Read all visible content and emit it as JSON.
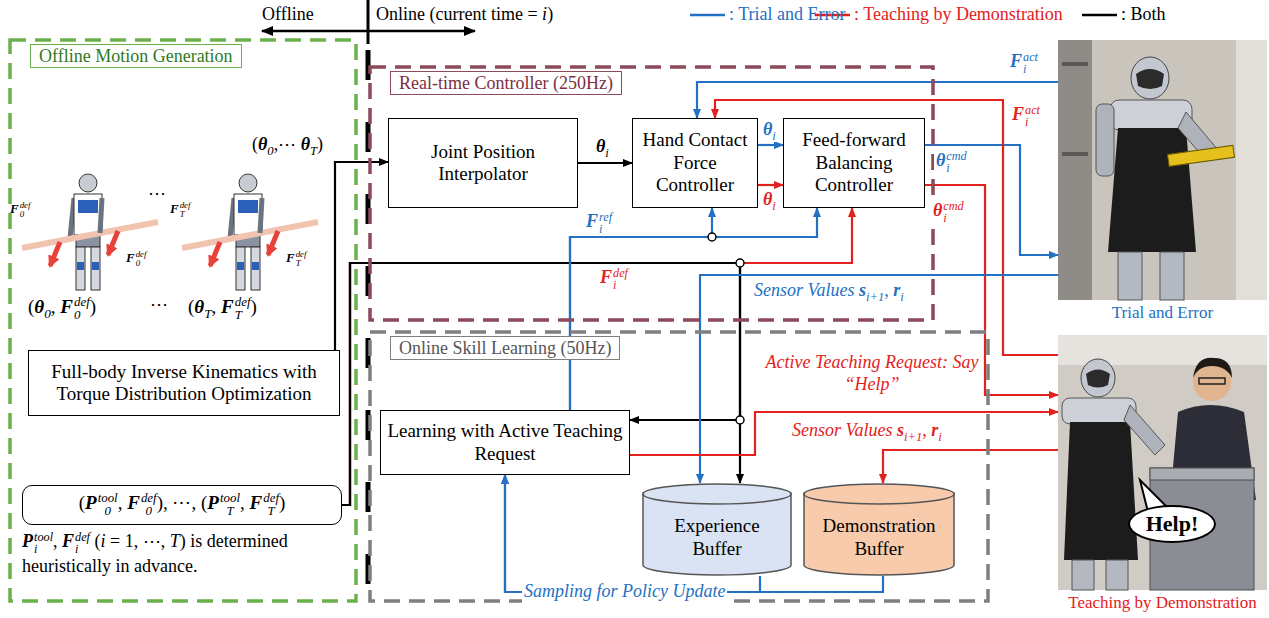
{
  "diagram": {
    "nodes": [
      {
        "text": [
          "Offline Motion Generation"
        ]
      },
      {
        "text": [
          "Full-body Inverse Kinematics with Torque Distribution Optimization"
        ],
        "in": 0
      },
      {
        "text": [
          "(P0tool, F0def), ⋯, (PTtool, FTdef)"
        ],
        "in": 0
      },
      {
        "text": [
          "Real-time Controller (250Hz)"
        ]
      },
      {
        "text": [
          "Joint Position Interpolator"
        ],
        "in": 3
      },
      {
        "text": [
          "Hand Contact Force Controller"
        ],
        "in": 3
      },
      {
        "text": [
          "Feed-forward Balancing Controller"
        ],
        "in": 3
      },
      {
        "text": [
          "Online Skill Learning (50Hz)"
        ]
      },
      {
        "text": [
          "Learning with Active Teaching Request"
        ],
        "in": 7
      },
      {
        "text": [
          "Experience Buffer"
        ],
        "in": 7
      },
      {
        "text": [
          "Demonstration Buffer"
        ],
        "in": 7
      },
      {
        "text": [
          "Trial and Error"
        ]
      },
      {
        "text": [
          "Teaching by Demonstration"
        ]
      },
      {
        "text": [
          "Help!"
        ],
        "in": 12
      }
    ],
    "edges": [
      {
        "from": 1,
        "to": 4,
        "label": "(θ0,⋯ θT)",
        "arrow": "to"
      },
      {
        "from": 4,
        "to": 5,
        "label": "θi",
        "arrow": "to"
      },
      {
        "from": 5,
        "to": 6,
        "label": "θi",
        "arrow": "to"
      },
      {
        "from": 5,
        "to": 6,
        "label": "θi",
        "arrow": "to"
      },
      {
        "from": 6,
        "to": 11,
        "label": "θicmd",
        "arrow": "to"
      },
      {
        "from": 6,
        "to": 12,
        "label": "θicmd",
        "arrow": "to"
      },
      {
        "from": 11,
        "to": 5,
        "label": "Fiact",
        "arrow": "to"
      },
      {
        "from": 12,
        "to": 5,
        "label": "Fiact",
        "arrow": "to"
      },
      {
        "from": 2,
        "to": 6,
        "label": "Fidef",
        "arrow": "to"
      },
      {
        "from": 2,
        "to": 8,
        "arrow": "to"
      },
      {
        "from": 2,
        "to": 9,
        "arrow": "to"
      },
      {
        "from": 8,
        "to": 5,
        "label": "Firef",
        "arrow": "to"
      },
      {
        "from": 8,
        "to": 6,
        "arrow": "to"
      },
      {
        "from": 11,
        "to": 9,
        "label": "Sensor Values si+1, ri",
        "arrow": "to"
      },
      {
        "from": 8,
        "to": 12,
        "label": "Active Teaching Request: Say “Help”",
        "arrow": "to"
      },
      {
        "from": 12,
        "to": 10,
        "label": "Sensor Values si+1, ri",
        "arrow": "to"
      },
      {
        "from": 9,
        "to": 8,
        "label": "Sampling for Policy Update",
        "arrow": "to"
      },
      {
        "from": 10,
        "to": 8,
        "arrow": "to"
      }
    ],
    "labels": [
      "Offline",
      "Online (current time = i)",
      "F0def",
      "F0def",
      "FTdef",
      "FTdef",
      "⋯",
      "(θ0, F0def)",
      "⋯",
      "(θT, FTdef)",
      "Pitool, Fidef (i = 1, ⋯, T) is determined heuristically in advance."
    ],
    "legend": [
      {
        "text": ": Trial and Error"
      },
      {
        "text": ": Teaching by Demonstration"
      },
      {
        "text": ": Both"
      }
    ]
  }
}
